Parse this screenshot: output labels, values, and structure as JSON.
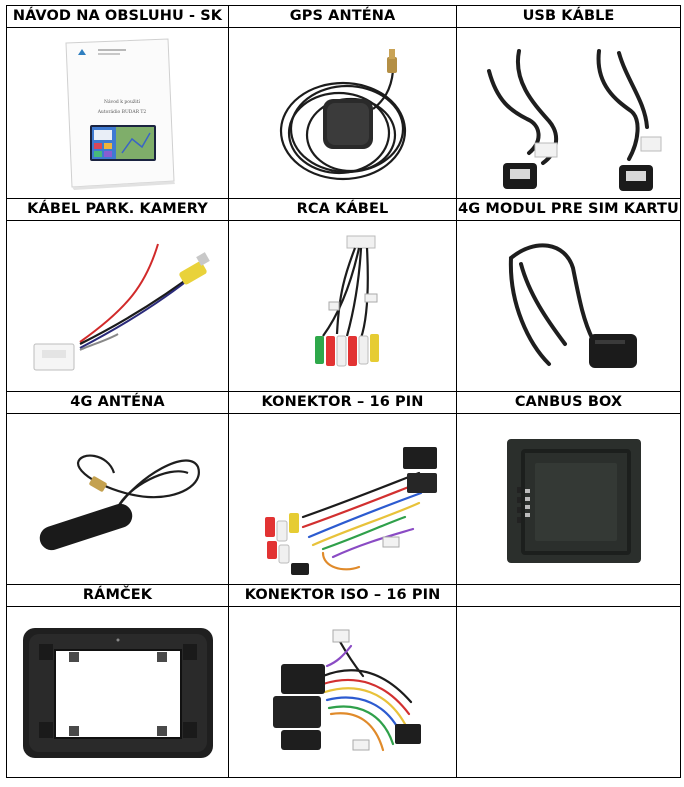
{
  "rows": [
    {
      "headers": [
        "NÁVOD NA OBSLUHU - SK",
        "GPS ANTÉNA",
        "USB KÁBLE"
      ],
      "items": [
        "manual-image",
        "gps-antenna-image",
        "usb-cables-image"
      ]
    },
    {
      "headers": [
        "KÁBEL PARK. KAMERY",
        "RCA KÁBEL",
        "4G MODUL PRE SIM KARTU"
      ],
      "items": [
        "parking-camera-cable-image",
        "rca-cable-image",
        "4g-sim-module-image"
      ]
    },
    {
      "headers": [
        "4G ANTÉNA",
        "KONEKTOR – 16 PIN",
        "CANBUS BOX"
      ],
      "items": [
        "4g-antenna-image",
        "connector-16pin-image",
        "canbus-box-image"
      ]
    },
    {
      "headers": [
        "RÁMČEK",
        "KONEKTOR ISO – 16 PIN",
        ""
      ],
      "items": [
        "frame-image",
        "iso-connector-16pin-image",
        ""
      ]
    }
  ],
  "manual": {
    "title": "Návod k použití",
    "subtitle": "Autorádio BUDAR T2"
  }
}
